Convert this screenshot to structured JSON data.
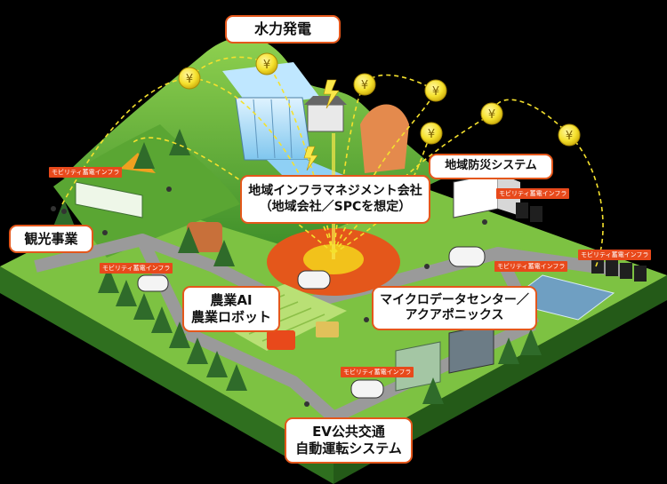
{
  "labels": {
    "hydro": "水力発電",
    "disaster": "地域防災システム",
    "company_line1": "地域インフラマネジメント会社",
    "company_line2": "（地域会社／SPCを想定）",
    "tourism": "観光事業",
    "agri_line1": "農業AI",
    "agri_line2": "農業ロボット",
    "micro_line1": "マイクロデータセンター／",
    "micro_line2": "アクアポニックス",
    "ev_line1": "EV公共交通",
    "ev_line2": "自動運転システム"
  },
  "tags": [
    "モビリティ蓄電インフラ",
    "モビリティ蓄電インフラ",
    "モビリティ蓄電インフラ",
    "モビリティ蓄電インフラ",
    "モビリティ蓄電インフラ",
    "モビリティ蓄電インフラ"
  ],
  "coin_symbol": "¥",
  "colors": {
    "background": "#000000",
    "accent": "#e4571b",
    "tag": "#e8491b",
    "coin": "#f5e12d",
    "ground": "#7dc242",
    "road": "#9a9a9a"
  }
}
